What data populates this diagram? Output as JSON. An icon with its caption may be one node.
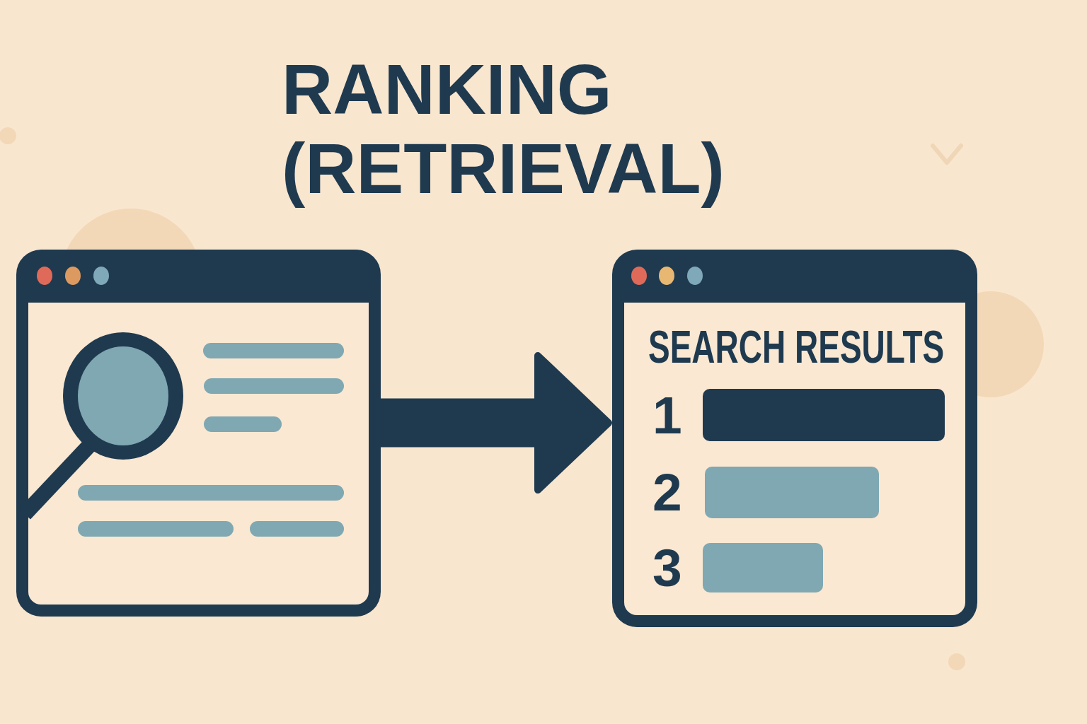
{
  "diagram": {
    "title": "RANKING (RETRIEVAL)",
    "nodes": [
      {
        "text": [],
        "shape": "picture"
      },
      {
        "text": [
          "SEARCH RESULTS",
          "1",
          "2",
          "3"
        ]
      },
      {
        "text": [],
        "shape": "bar",
        "in": 1
      },
      {
        "text": [],
        "shape": "bar",
        "in": 1
      },
      {
        "text": [],
        "shape": "bar",
        "in": 1
      }
    ],
    "edges": [
      {
        "from": 0,
        "to": 1,
        "arrow": "to"
      }
    ]
  }
}
